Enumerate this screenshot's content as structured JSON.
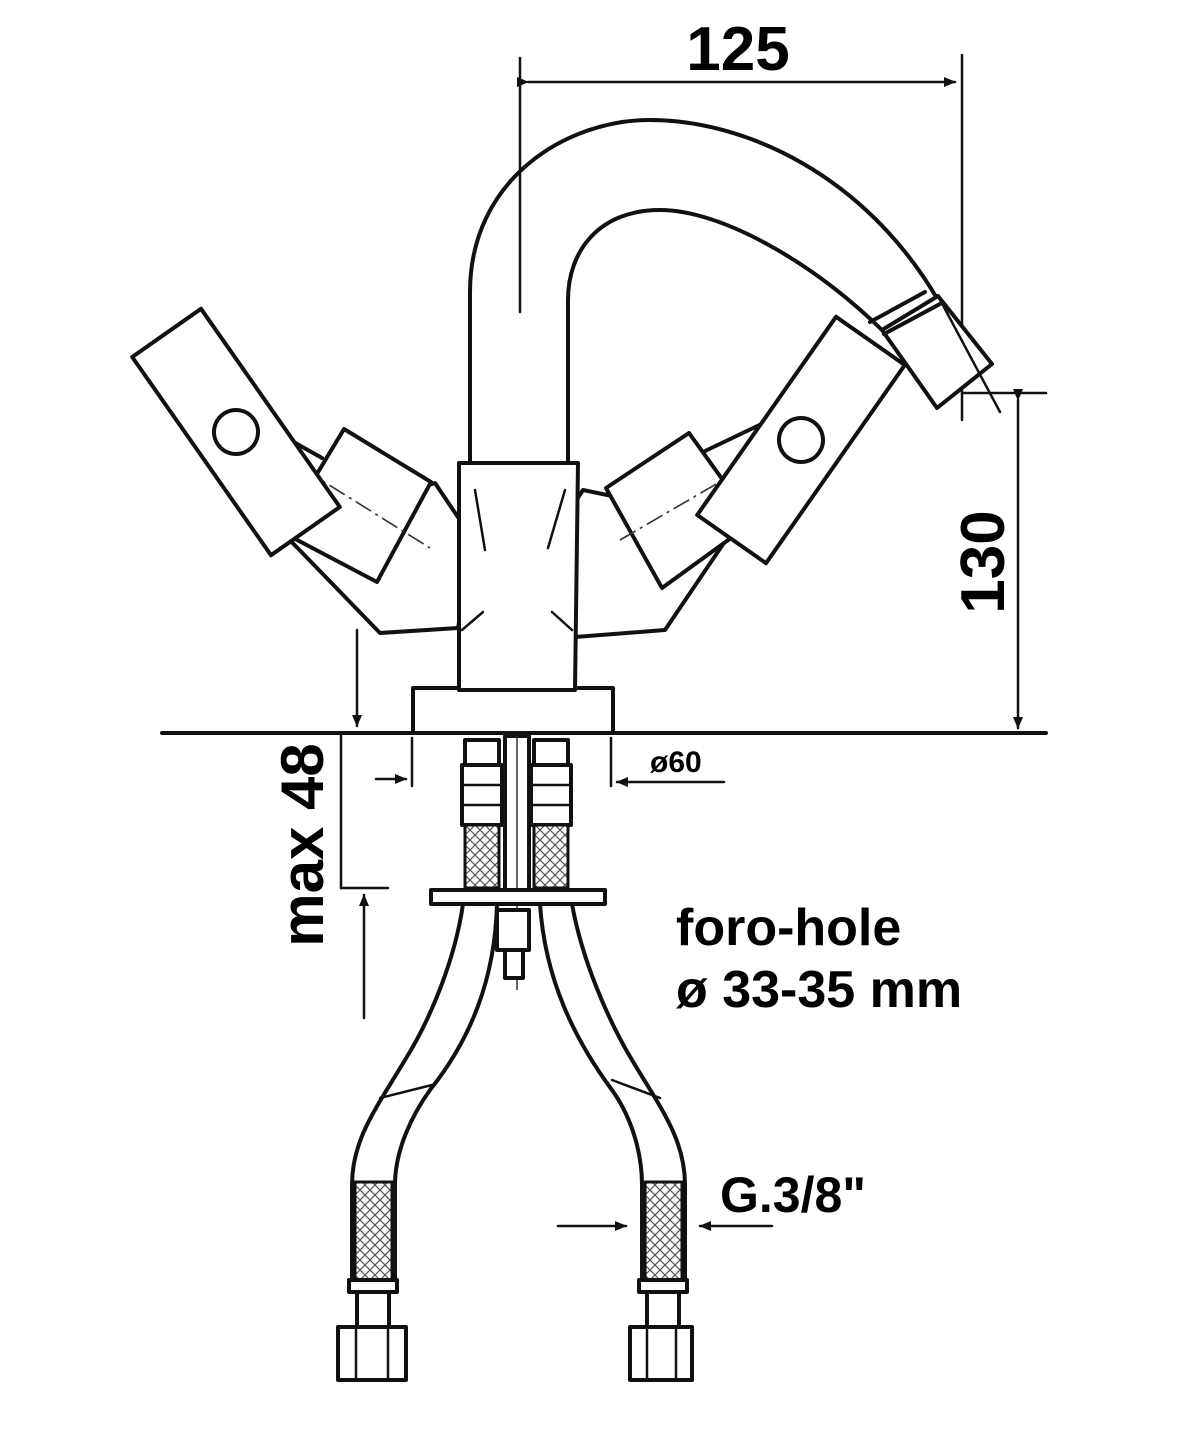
{
  "dimensions": {
    "width_top": "125",
    "height_right": "130",
    "max_thickness": "max 48",
    "base_diameter": "ø60",
    "hose_thread": "G.3/8\""
  },
  "note": {
    "line1": "foro-hole",
    "line2": "ø 33-35 mm"
  },
  "colors": {
    "ink": "#111111",
    "paper": "#ffffff"
  }
}
